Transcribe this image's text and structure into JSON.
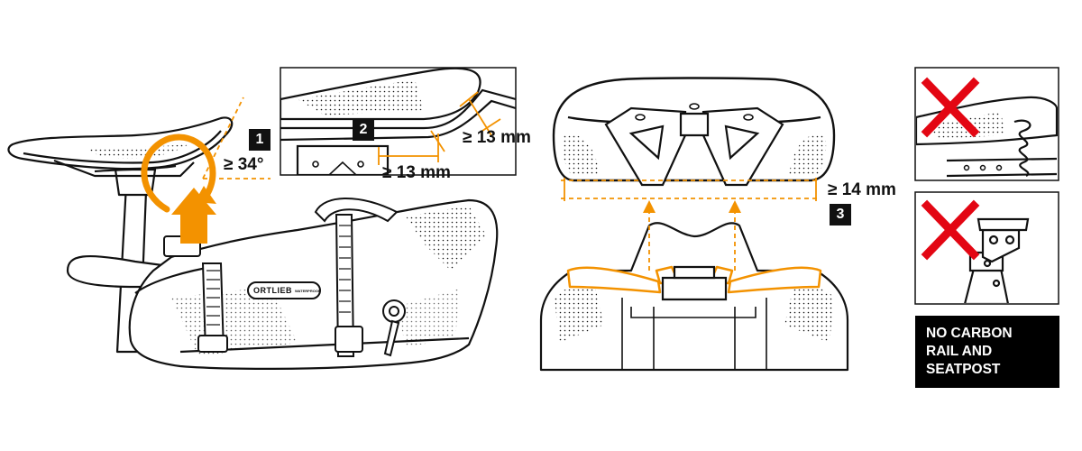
{
  "colors": {
    "accent": "#F39200",
    "cross": "#E30613",
    "ink": "#111111",
    "label_bg": "#000000"
  },
  "steps": [
    {
      "number": "1",
      "label": "≥ 34°"
    },
    {
      "number": "2",
      "label_top": "≥ 13 mm",
      "label_bottom": "≥ 13 mm"
    },
    {
      "number": "3",
      "label": "≥ 14 mm"
    }
  ],
  "bag": {
    "brand": "ORTLIEB",
    "brand_sub": "WATERPROOF"
  },
  "warning": {
    "lines": [
      "NO CARBON",
      "RAIL AND",
      "SEATPOST"
    ]
  },
  "icons": {
    "prohibited": "cross-icon",
    "flip": "curved-arrow-icon",
    "direction": "up-arrow-icon"
  }
}
